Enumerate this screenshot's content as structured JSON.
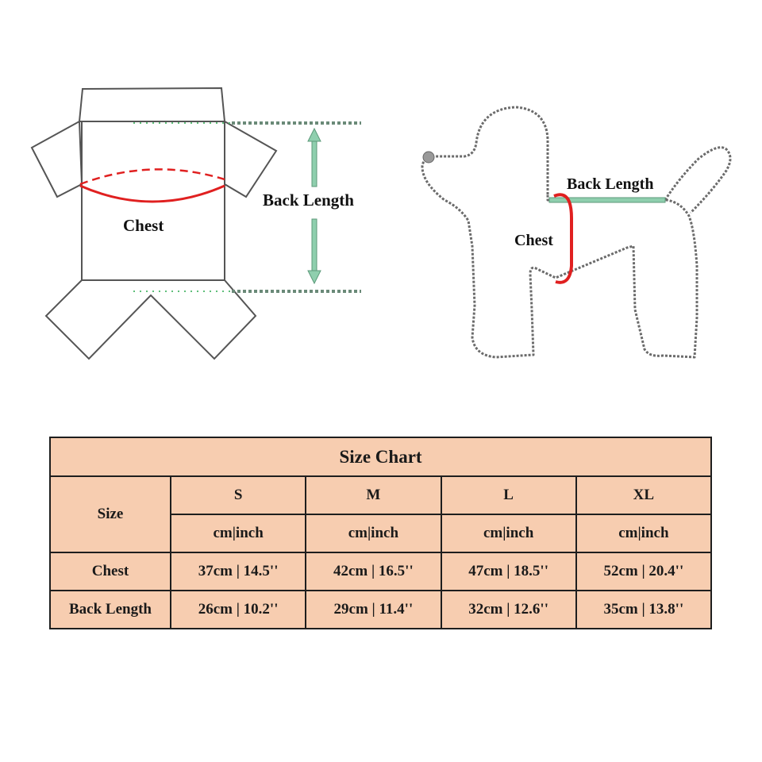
{
  "diagrams": {
    "garment": {
      "chest_label": "Chest",
      "back_length_label": "Back Length"
    },
    "dog": {
      "chest_label": "Chest",
      "back_length_label": "Back Length"
    }
  },
  "colors": {
    "table_bg": "#f7cdb0",
    "chest_line": "#e02020",
    "back_length_line": "#8fcfae",
    "outline": "#555555"
  },
  "size_chart": {
    "title": "Size Chart",
    "row_header_size": "Size",
    "sizes": [
      {
        "label": "S",
        "unit": "cm|inch",
        "chest": "37cm | 14.5''",
        "back_length": "26cm | 10.2''"
      },
      {
        "label": "M",
        "unit": "cm|inch",
        "chest": "42cm | 16.5''",
        "back_length": "29cm | 11.4''"
      },
      {
        "label": "L",
        "unit": "cm|inch",
        "chest": "47cm | 18.5''",
        "back_length": "32cm | 12.6''"
      },
      {
        "label": "XL",
        "unit": "cm|inch",
        "chest": "52cm | 20.4''",
        "back_length": "35cm | 13.8''"
      }
    ],
    "rows": {
      "chest_label": "Chest",
      "back_length_label": "Back Length"
    }
  }
}
